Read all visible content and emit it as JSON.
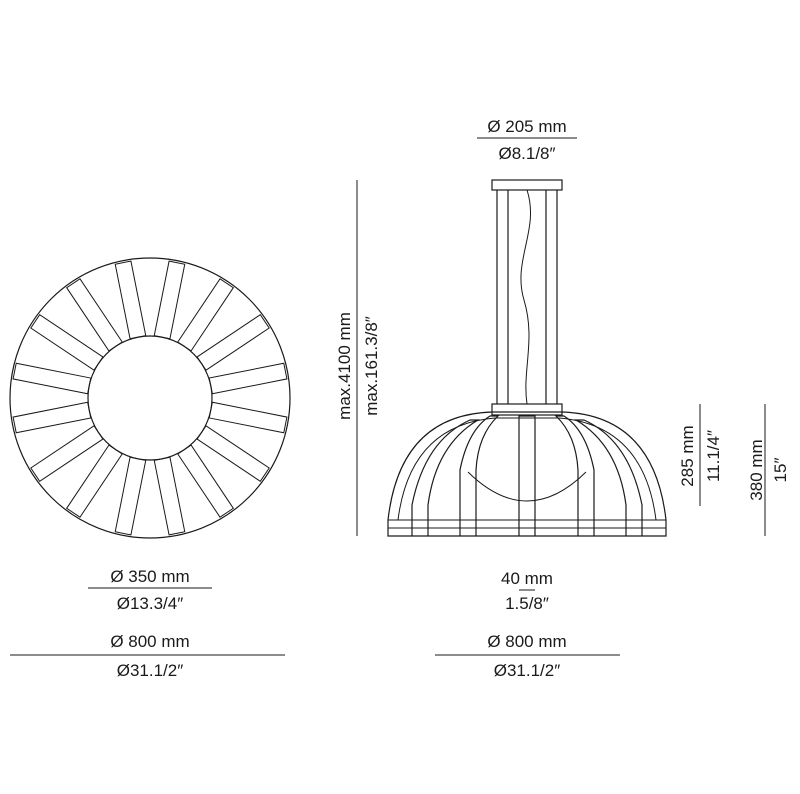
{
  "top_view": {
    "inner_diameter": {
      "metric": "Ø 350 mm",
      "imperial": "Ø13.3/4″"
    },
    "outer_diameter": {
      "metric": "Ø 800 mm",
      "imperial": "Ø31.1/2″"
    }
  },
  "side_view": {
    "canopy_diameter": {
      "metric": "Ø 205 mm",
      "imperial": "Ø8.1/8″"
    },
    "max_height": {
      "metric": "max.4100 mm",
      "imperial": "max.161.3/8″"
    },
    "strap_width": {
      "metric": "40 mm",
      "imperial": "1.5/8″"
    },
    "outer_diameter": {
      "metric": "Ø 800 mm",
      "imperial": "Ø31.1/2″"
    },
    "dome_height": {
      "metric": "285 mm",
      "imperial": "11.1/4″"
    },
    "total_height": {
      "metric": "380 mm",
      "imperial": "15″"
    }
  },
  "colors": {
    "line": "#1a1a1a",
    "background": "#ffffff"
  }
}
